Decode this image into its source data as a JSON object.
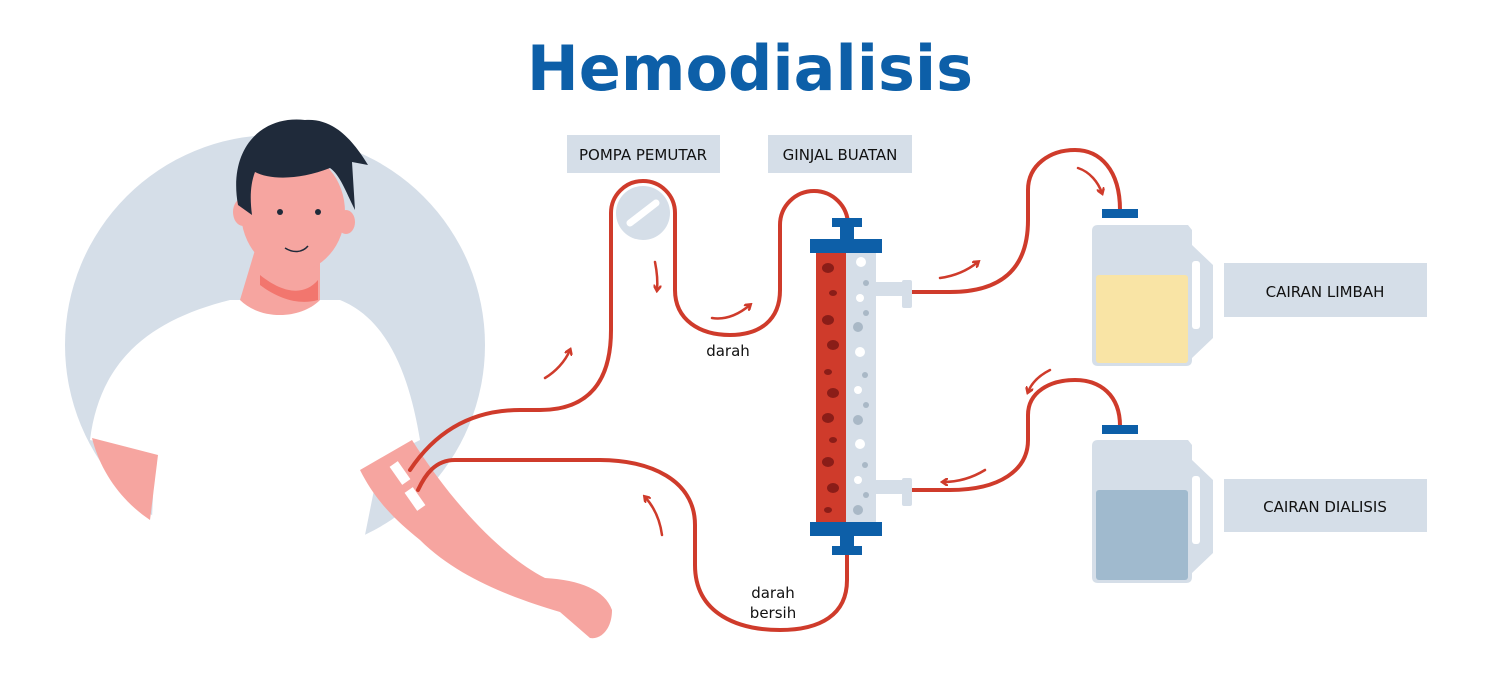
{
  "title": "Hemodialisis",
  "labels": {
    "pump": "POMPA PEMUTAR",
    "dialyzer": "GINJAL BUATAN",
    "waste": "CAIRAN LIMBAH",
    "dialysate": "CAIRAN DIALISIS"
  },
  "flow": {
    "blood": "darah",
    "clean_blood_line1": "darah",
    "clean_blood_line2": "bersih"
  },
  "colors": {
    "title": "#0d5fa8",
    "tube": "#cf3b2b",
    "label_bg": "#d5dee8",
    "cap": "#0d5fa8",
    "waste_fluid": "#f9e4a5",
    "dialysate_fluid": "#a0bace"
  }
}
